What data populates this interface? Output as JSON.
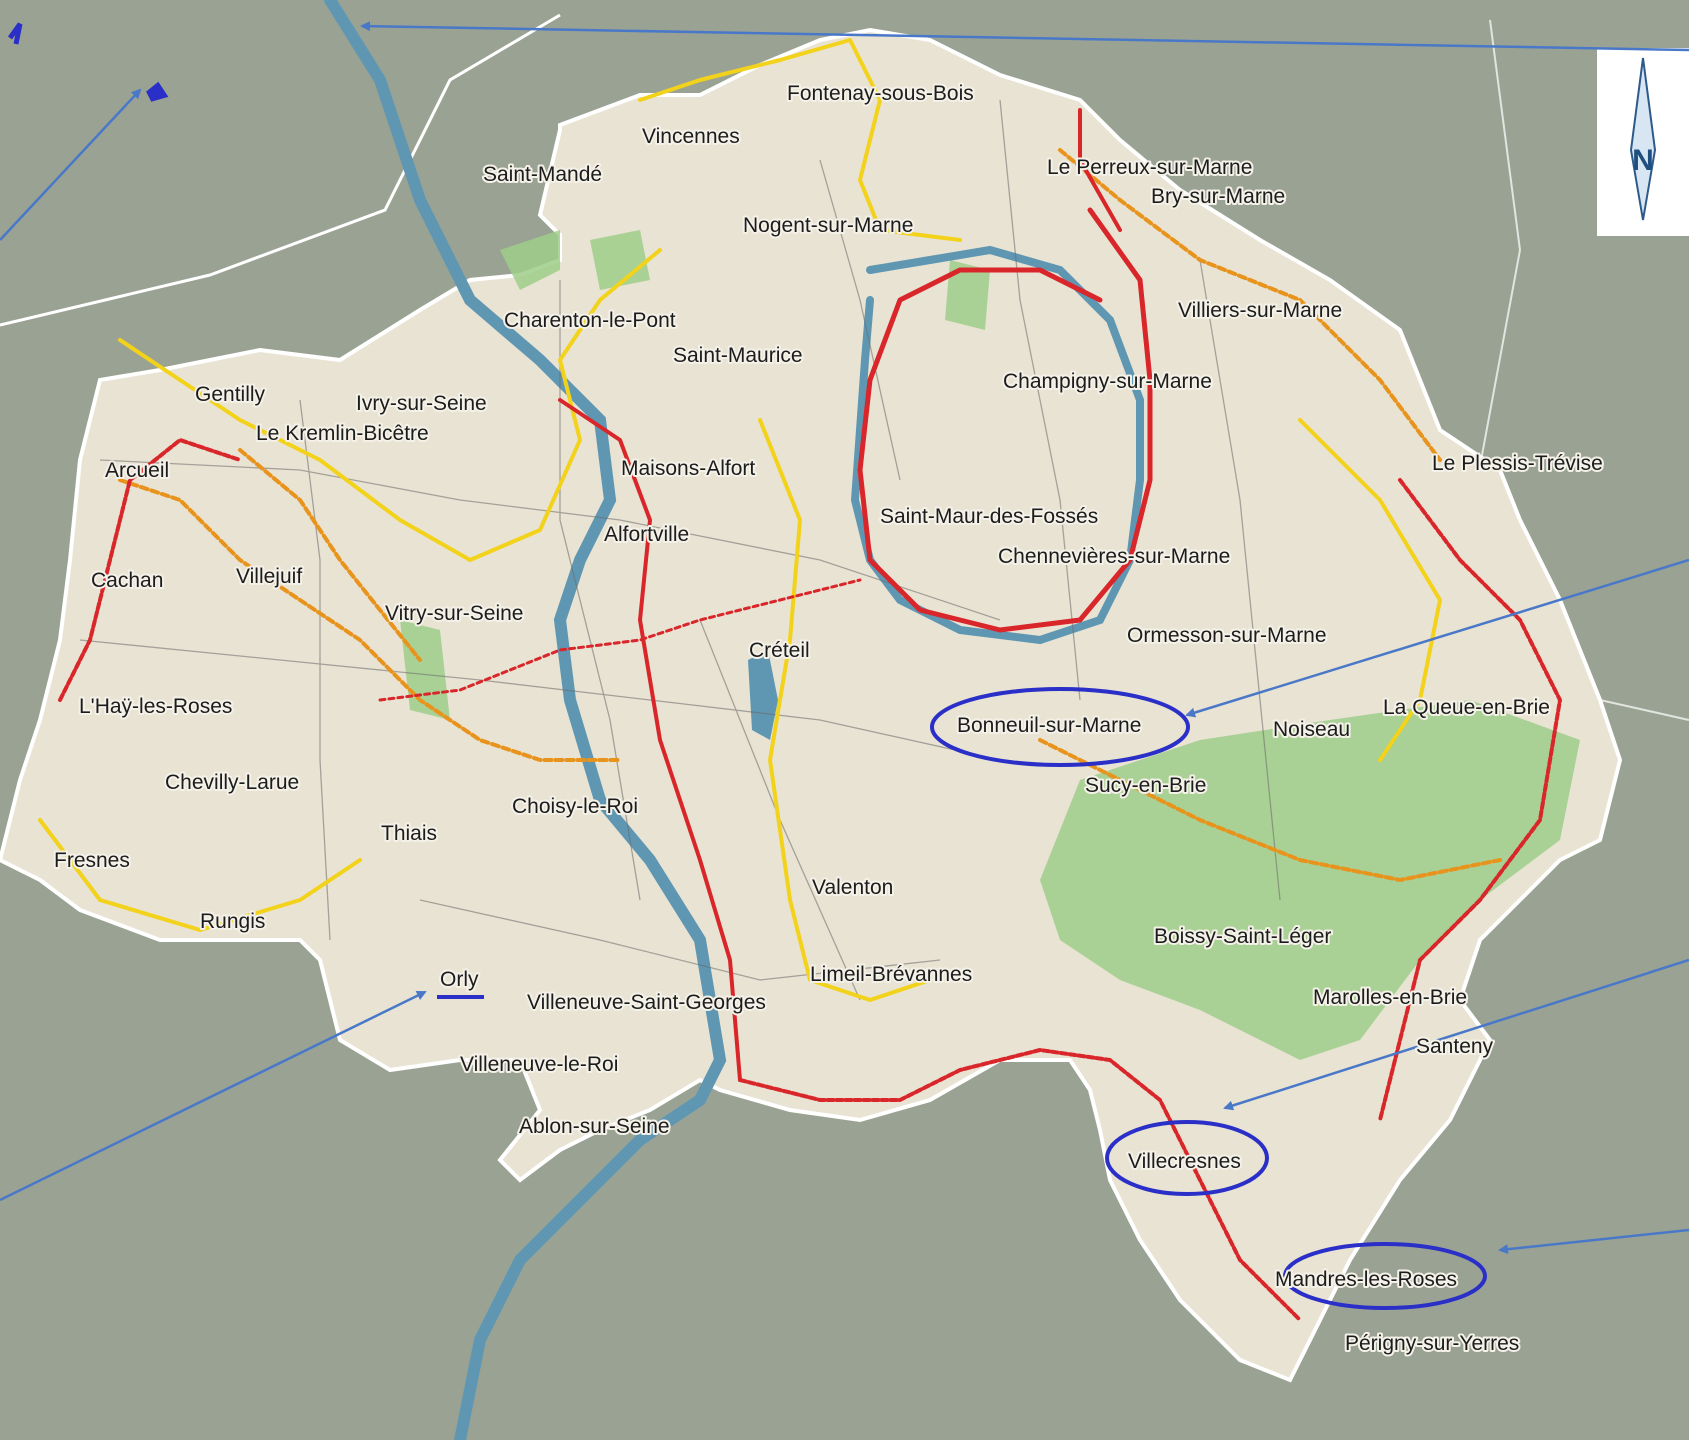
{
  "map": {
    "north_label": "N",
    "colors": {
      "outside_area": "#9aa393",
      "department_area": "#e9e3d3",
      "woods": "#9fce8a",
      "river": "#5f97b3",
      "route_red": "#d9262a",
      "route_orange": "#e8931c",
      "route_yellow": "#f2d21a",
      "annotation_blue": "#2a2fc8",
      "arrow_blue": "#4a78c9"
    },
    "communes": [
      "Fontenay-sous-Bois",
      "Vincennes",
      "Saint-Mandé",
      "Le Perreux-sur-Marne",
      "Bry-sur-Marne",
      "Nogent-sur-Marne",
      "Villiers-sur-Marne",
      "Charenton-le-Pont",
      "Saint-Maurice",
      "Champigny-sur-Marne",
      "Gentilly",
      "Ivry-sur-Seine",
      "Le Kremlin-Bicêtre",
      "Arcueil",
      "Maisons-Alfort",
      "Le Plessis-Trévise",
      "Saint-Maur-des-Fossés",
      "Alfortville",
      "Chennevières-sur-Marne",
      "Cachan",
      "Villejuif",
      "Vitry-sur-Seine",
      "Ormesson-sur-Marne",
      "Créteil",
      "L'Haÿ-les-Roses",
      "La Queue-en-Brie",
      "Bonneuil-sur-Marne",
      "Noiseau",
      "Chevilly-Larue",
      "Sucy-en-Brie",
      "Choisy-le-Roi",
      "Thiais",
      "Fresnes",
      "Valenton",
      "Rungis",
      "Boissy-Saint-Léger",
      "Limeil-Brévannes",
      "Orly",
      "Villeneuve-Saint-Georges",
      "Marolles-en-Brie",
      "Santeny",
      "Villeneuve-le-Roi",
      "Ablon-sur-Seine",
      "Villecresnes",
      "Mandres-les-Roses",
      "Périgny-sur-Yerres"
    ],
    "circled_communes": [
      "Bonneuil-sur-Marne",
      "Villecresnes",
      "Mandres-les-Roses"
    ],
    "underlined_communes": [
      "Orly"
    ]
  }
}
